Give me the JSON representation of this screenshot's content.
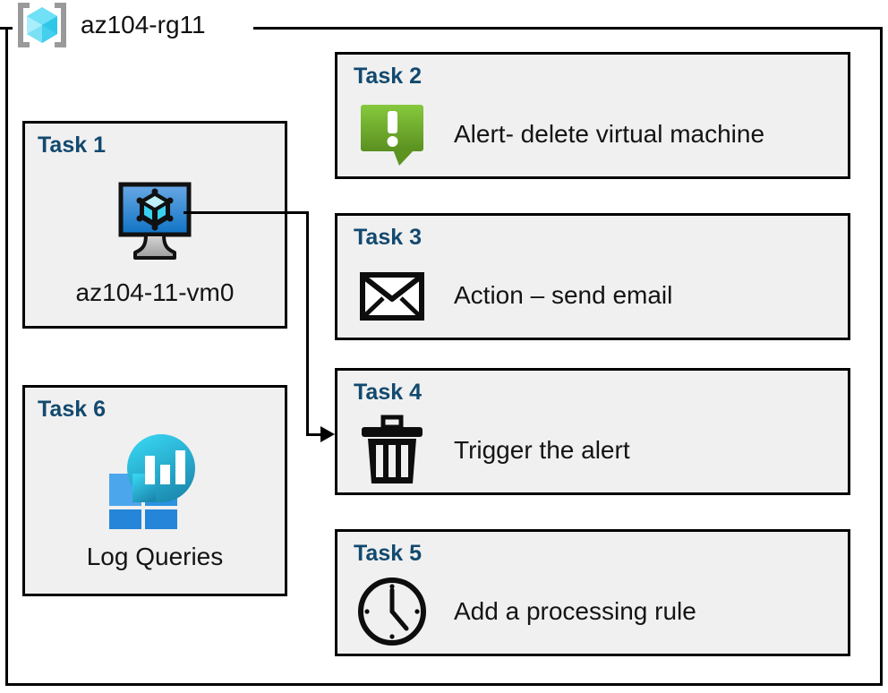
{
  "resource_group": {
    "name": "az104-rg11",
    "icon": "azure-resource-group-icon"
  },
  "colors": {
    "task_title": "#12496f",
    "box_fill": "#f0f0f0",
    "box_border": "#000000",
    "alert_green_light": "#7fc241",
    "alert_green_dark": "#5c9321",
    "vm_blue_light": "#63a6e4",
    "vm_blue_dark": "#1272c4",
    "monitor_cyan": "#32cdec",
    "monitor_teal": "#1b8fb5",
    "tile_blue_light": "#4aa3ea",
    "tile_blue_dark": "#2585d8"
  },
  "left_column": [
    {
      "id": "task-1",
      "title": "Task 1",
      "icon": "virtual-machine-icon",
      "caption": "az104-11-vm0"
    },
    {
      "id": "task-6",
      "title": "Task 6",
      "icon": "log-analytics-icon",
      "caption": "Log Queries"
    }
  ],
  "right_column": [
    {
      "id": "task-2",
      "title": "Task 2",
      "icon": "alert-exclamation-icon",
      "text": "Alert- delete virtual machine"
    },
    {
      "id": "task-3",
      "title": "Task 3",
      "icon": "envelope-icon",
      "text": "Action – send email"
    },
    {
      "id": "task-4",
      "title": "Task 4",
      "icon": "trash-can-icon",
      "text": "Trigger the alert"
    },
    {
      "id": "task-5",
      "title": "Task 5",
      "icon": "clock-icon",
      "text": "Add a processing rule"
    }
  ],
  "connector": {
    "from": "task-1-virtual-machine-icon",
    "to": "task-4",
    "arrow": "right-arrowhead"
  }
}
